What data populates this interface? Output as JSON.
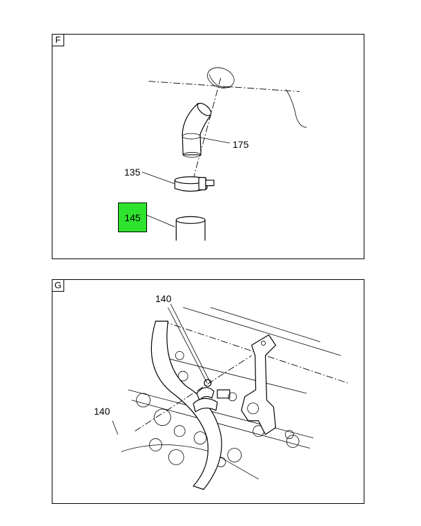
{
  "panels": [
    {
      "letter": "F",
      "callouts": [
        {
          "id": "175",
          "label": "175"
        },
        {
          "id": "135",
          "label": "135"
        },
        {
          "id": "145",
          "label": "145",
          "highlight_color": "#2ee32e"
        }
      ]
    },
    {
      "letter": "G",
      "callouts": [
        {
          "id": "140a",
          "label": "140"
        },
        {
          "id": "140b",
          "label": "140"
        }
      ]
    }
  ]
}
